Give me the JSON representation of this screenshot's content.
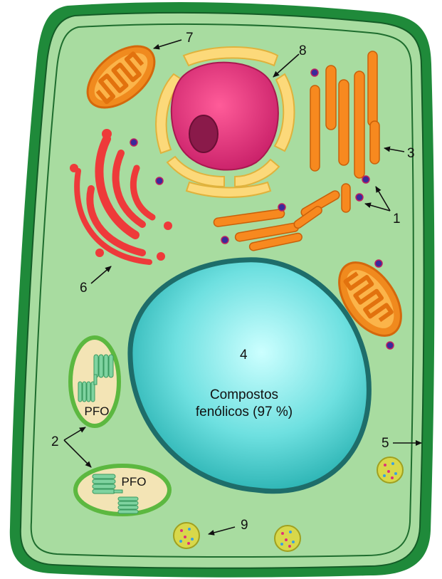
{
  "labels": {
    "n1": "1",
    "n2": "2",
    "n3": "3",
    "n4": "4",
    "n5": "5",
    "n6": "6",
    "n7": "7",
    "n8": "8",
    "n9": "9",
    "vacuole_line1": "Compostos",
    "vacuole_line2": "fenólicos (97 %)",
    "plastid_top": "PFO",
    "plastid_bottom": "PFO"
  },
  "colors": {
    "cell_wall": "#1f8a3a",
    "cytoplasm": "#a8dca0",
    "vacuole": "#3fc8c8",
    "vacuole_border": "#1e6d6a",
    "nucleus": "#e0307a",
    "nuclear_envelope": "#fcd97a",
    "endoplasmic_reticulum": "#f7891f",
    "golgi": "#ee3a3a",
    "mitochondria": "#f08a1e",
    "ribosome": "#3a2a9a",
    "plastid": "#f3e4b5",
    "thylakoid": "#7fd3a0",
    "vesicle": "#d8d84a"
  }
}
